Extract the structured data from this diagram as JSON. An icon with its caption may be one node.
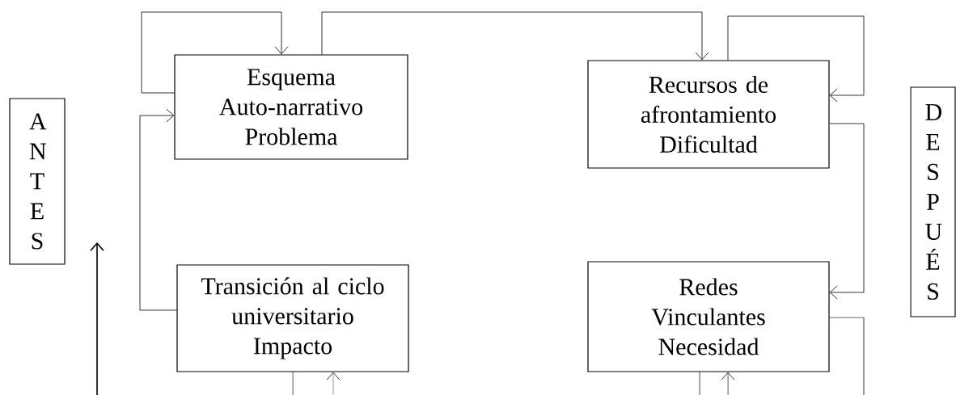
{
  "diagram": {
    "nodes": [
      {
        "text": [
          "A N T E S"
        ]
      },
      {
        "text": [
          "Esquema Auto-narrativo Problema"
        ]
      },
      {
        "text": [
          "Recursos de afrontamiento Dificultad"
        ]
      },
      {
        "text": [
          "D E S P U É S"
        ]
      },
      {
        "text": [
          "Transición al ciclo universitario Impacto"
        ]
      },
      {
        "text": [
          "Redes Vinculantes Necesidad"
        ]
      }
    ],
    "edges": [
      {
        "from": 1,
        "to": 1,
        "arrow": "to"
      },
      {
        "from": 1,
        "to": 2,
        "arrow": "to"
      },
      {
        "from": 2,
        "to": 2,
        "arrow": "to"
      },
      {
        "from": 2,
        "to": 5,
        "arrow": "to"
      },
      {
        "from": 4,
        "to": 1,
        "arrow": "to"
      },
      {
        "from": 4,
        "to": null,
        "arrow": "none"
      },
      {
        "from": null,
        "to": 4,
        "arrow": "to"
      },
      {
        "from": 5,
        "to": null,
        "arrow": "none"
      },
      {
        "from": null,
        "to": 5,
        "arrow": "to"
      },
      {
        "from": 5,
        "to": null,
        "arrow": "none"
      }
    ]
  }
}
